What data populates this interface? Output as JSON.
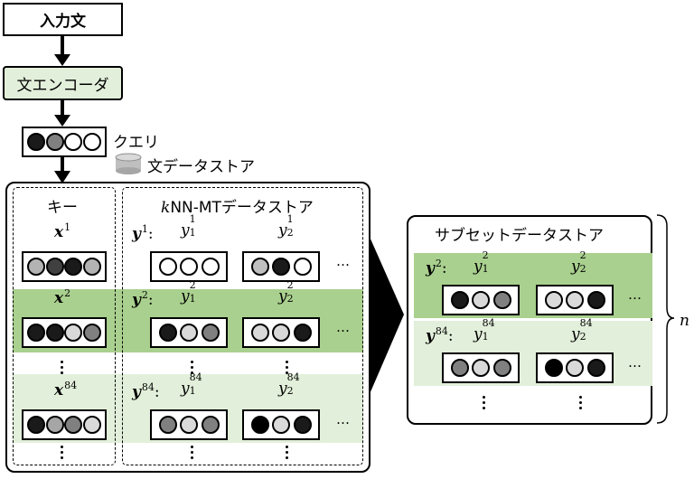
{
  "input_box": {
    "label": "入力文"
  },
  "encoder_box": {
    "label": "文エンコーダ"
  },
  "query": {
    "label": "クエリ",
    "dots": [
      "#1a1a1a",
      "#808080",
      "#ffffff",
      "#ffffff"
    ]
  },
  "sentence_datastore": {
    "label": "文データストア"
  },
  "key_panel": {
    "title": "キー"
  },
  "knn_panel": {
    "title_k": "k",
    "title_rest": "NN-MTデータストア"
  },
  "subset_panel": {
    "title": "サブセットデータストア"
  },
  "n_label": "n",
  "ellipsis": "…",
  "colors": {
    "band_dark": "#a9d08e",
    "band_light": "#e2efda",
    "encoder_fill": "#e2efda",
    "arrow": "#000000"
  },
  "rows": [
    {
      "x": "x",
      "xsup": "1",
      "y": "y",
      "ysup": "1",
      "y1_sub": "1",
      "y1_sup": "1",
      "y2_sub": "2",
      "y2_sup": "1",
      "key_dots": [
        "#b3b3b3",
        "#404040",
        "#1a1a1a",
        "#b3b3b3"
      ],
      "v1_dots": [
        "#ffffff",
        "#ffffff",
        "#ffffff"
      ],
      "v2_dots": [
        "#bfbfbf",
        "#1a1a1a",
        "#ffffff"
      ]
    },
    {
      "x": "x",
      "xsup": "2",
      "y": "y",
      "ysup": "2",
      "y1_sub": "1",
      "y1_sup": "2",
      "y2_sub": "2",
      "y2_sup": "2",
      "key_dots": [
        "#1a1a1a",
        "#1a1a1a",
        "#d9d9d9",
        "#808080"
      ],
      "v1_dots": [
        "#1a1a1a",
        "#d9d9d9",
        "#808080"
      ],
      "v2_dots": [
        "#d9d9d9",
        "#d9d9d9",
        "#1a1a1a"
      ]
    },
    {
      "x": "x",
      "xsup": "84",
      "y": "y",
      "ysup": "84",
      "y1_sub": "1",
      "y1_sup": "84",
      "y2_sub": "2",
      "y2_sup": "84",
      "key_dots": [
        "#1a1a1a",
        "#a6a6a6",
        "#808080",
        "#d9d9d9"
      ],
      "v1_dots": [
        "#808080",
        "#d9d9d9",
        "#808080"
      ],
      "v2_dots": [
        "#000000",
        "#d9d9d9",
        "#1a1a1a"
      ]
    }
  ],
  "subset_rows": [
    {
      "y": "y",
      "ysup": "2",
      "y1_sub": "1",
      "y1_sup": "2",
      "y2_sub": "2",
      "y2_sup": "2",
      "v1_dots": [
        "#1a1a1a",
        "#d9d9d9",
        "#808080"
      ],
      "v2_dots": [
        "#d9d9d9",
        "#d9d9d9",
        "#1a1a1a"
      ]
    },
    {
      "y": "y",
      "ysup": "84",
      "y1_sub": "1",
      "y1_sup": "84",
      "y2_sub": "2",
      "y2_sup": "84",
      "v1_dots": [
        "#808080",
        "#d9d9d9",
        "#808080"
      ],
      "v2_dots": [
        "#000000",
        "#d9d9d9",
        "#1a1a1a"
      ]
    }
  ]
}
